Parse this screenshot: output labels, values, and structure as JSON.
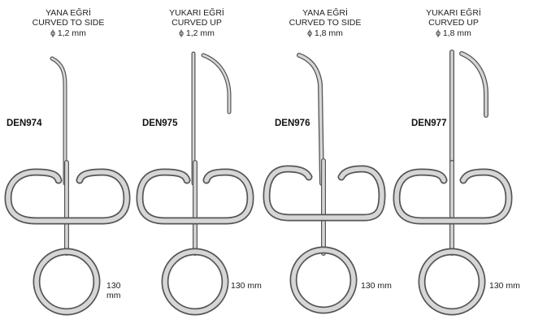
{
  "products": [
    {
      "code": "DEN974",
      "direction_tr": "YANA EĞRİ",
      "direction_en": "CURVED TO SIDE",
      "diameter": "ϕ 1,2 mm",
      "length": "130 mm",
      "tip": "side"
    },
    {
      "code": "DEN975",
      "direction_tr": "YUKARI EĞRİ",
      "direction_en": "CURVED UP",
      "diameter": "ϕ 1,2 mm",
      "length": "130 mm",
      "tip": "up"
    },
    {
      "code": "DEN976",
      "direction_tr": "YANA EĞRİ",
      "direction_en": "CURVED TO SIDE",
      "diameter": "ϕ 1,8 mm",
      "length": "130 mm",
      "tip": "side"
    },
    {
      "code": "DEN977",
      "direction_tr": "YUKARI EĞRİ",
      "direction_en": "CURVED UP",
      "diameter": "ϕ 1,8 mm",
      "length": "130 mm",
      "tip": "up"
    }
  ],
  "colors": {
    "outline": "#555555",
    "fill": "#d6d6d6",
    "text": "#222222"
  }
}
